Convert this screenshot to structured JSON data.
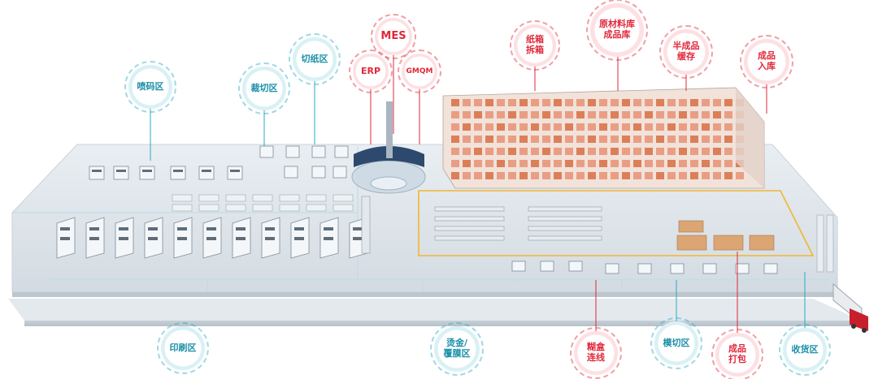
{
  "colors": {
    "accent_red": "#e0283a",
    "accent_blue": "#1a8fa8",
    "floor": "#dfe6ec",
    "rack_orange": "#d9744a",
    "conveyor_yellow": "#f2b531",
    "truck_red": "#c8202a"
  },
  "labels": {
    "mes": "MES",
    "erp": "ERP",
    "gmqm": "GMQM",
    "carton_unpack": "纸箱\n拆箱",
    "raw_finished_warehouse": "原材料库\n成品库",
    "semi_finished_buffer": "半成品\n缓存",
    "finished_inbound": "成品\n入库",
    "inkjet_zone": "喷码区",
    "trim_zone": "裁切区",
    "paper_cut_zone": "切纸区",
    "print_zone": "印刷区",
    "foil_laminate_zone": "烫金/\n覆膜区",
    "box_glue_line": "糊盒\n连线",
    "die_cut_zone": "模切区",
    "finished_pack": "成品\n打包",
    "receiving_zone": "收货区"
  }
}
